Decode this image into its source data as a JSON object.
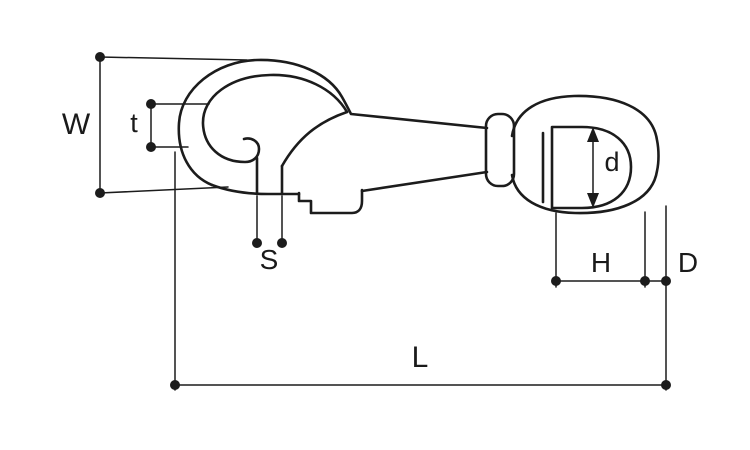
{
  "diagram": {
    "kind": "technical-dimension-drawing",
    "subject": "swivel-eye bolt snap hook",
    "colors": {
      "line": "#1c1c1c",
      "label": "#1a1a1a",
      "background": "#ffffff"
    },
    "dimension_labels": {
      "width": "W",
      "thickness": "t",
      "snap_opening": "S",
      "overall_length": "L",
      "eye_height": "H",
      "eye_outer": "D",
      "eye_inner_diameter": "d"
    }
  }
}
